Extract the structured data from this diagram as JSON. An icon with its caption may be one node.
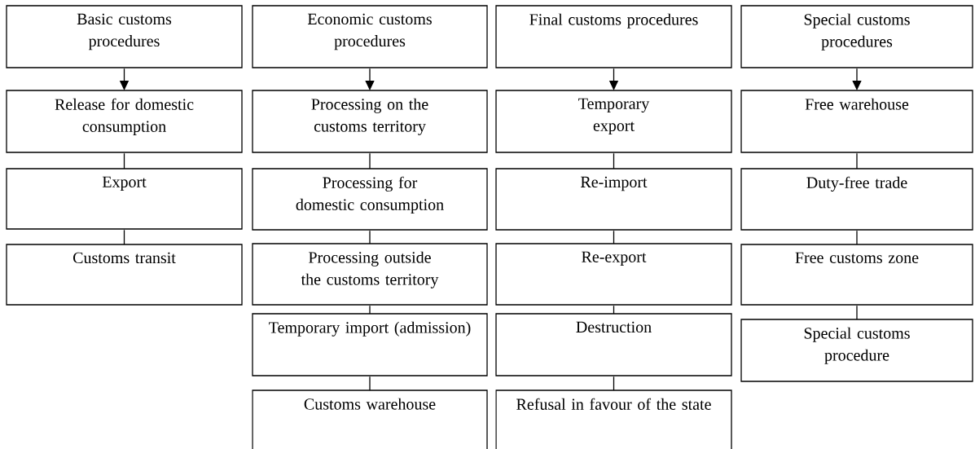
{
  "diagram": {
    "nodes": [
      {
        "text": [
          "Basic customs procedures"
        ]
      },
      {
        "text": [
          "Release for domestic consumption"
        ]
      },
      {
        "text": [
          "Export"
        ]
      },
      {
        "text": [
          "Customs transit"
        ]
      },
      {
        "text": [
          "Economic customs procedures"
        ]
      },
      {
        "text": [
          "Processing on the customs territory"
        ]
      },
      {
        "text": [
          "Processing for domestic consumption"
        ]
      },
      {
        "text": [
          "Processing outside the customs territory"
        ]
      },
      {
        "text": [
          "Temporary import (admission)"
        ]
      },
      {
        "text": [
          "Customs warehouse"
        ]
      },
      {
        "text": [
          "Final customs procedures"
        ]
      },
      {
        "text": [
          "Temporary export"
        ]
      },
      {
        "text": [
          "Re-import"
        ]
      },
      {
        "text": [
          "Re-export"
        ]
      },
      {
        "text": [
          "Destruction"
        ]
      },
      {
        "text": [
          "Refusal in favour of the state"
        ]
      },
      {
        "text": [
          "Special customs procedures"
        ]
      },
      {
        "text": [
          "Free warehouse"
        ]
      },
      {
        "text": [
          "Duty-free trade"
        ]
      },
      {
        "text": [
          "Free customs zone"
        ]
      },
      {
        "text": [
          "Special customs procedure"
        ]
      }
    ],
    "edges": [
      {
        "from": 0,
        "to": 1,
        "arrow": "to"
      },
      {
        "from": 1,
        "to": 2,
        "arrow": "none"
      },
      {
        "from": 2,
        "to": 3,
        "arrow": "none"
      },
      {
        "from": 4,
        "to": 5,
        "arrow": "to"
      },
      {
        "from": 5,
        "to": 6,
        "arrow": "none"
      },
      {
        "from": 6,
        "to": 7,
        "arrow": "none"
      },
      {
        "from": 7,
        "to": 8,
        "arrow": "none"
      },
      {
        "from": 8,
        "to": 9,
        "arrow": "none"
      },
      {
        "from": 10,
        "to": 11,
        "arrow": "to"
      },
      {
        "from": 11,
        "to": 12,
        "arrow": "none"
      },
      {
        "from": 12,
        "to": 13,
        "arrow": "none"
      },
      {
        "from": 13,
        "to": 14,
        "arrow": "none"
      },
      {
        "from": 14,
        "to": 15,
        "arrow": "none"
      },
      {
        "from": 16,
        "to": 17,
        "arrow": "to"
      },
      {
        "from": 17,
        "to": 18,
        "arrow": "none"
      },
      {
        "from": 18,
        "to": 19,
        "arrow": "none"
      },
      {
        "from": 19,
        "to": 20,
        "arrow": "none"
      }
    ]
  }
}
